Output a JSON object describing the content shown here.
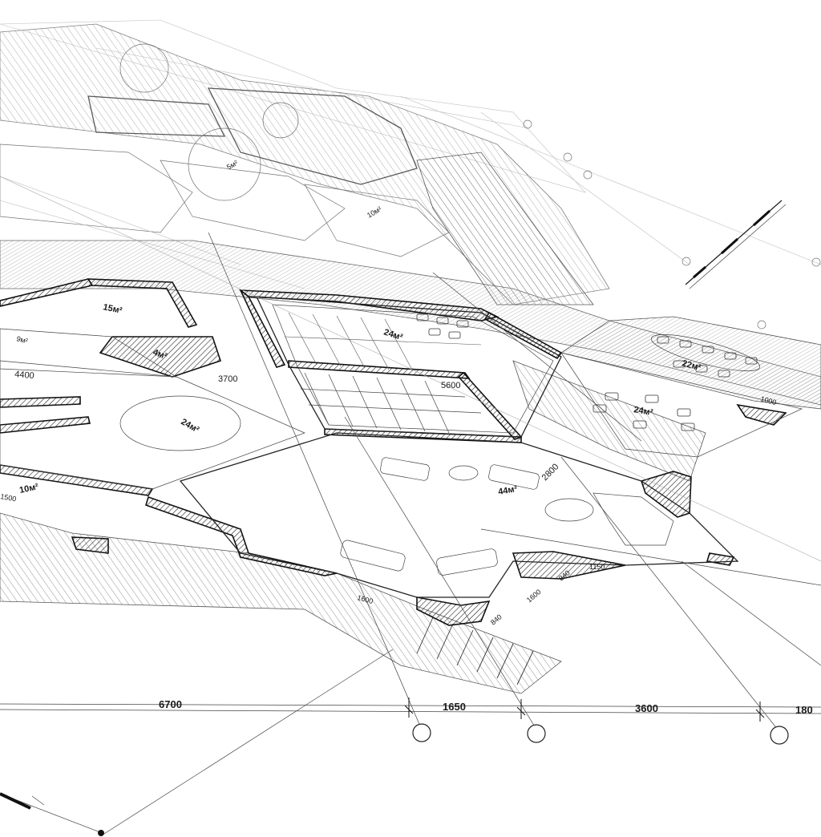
{
  "room_areas": [
    {
      "label": "15м²"
    },
    {
      "label": "24м²"
    },
    {
      "label": "22м²"
    },
    {
      "label": "24м²"
    },
    {
      "label": "44м²"
    },
    {
      "label": "24м²"
    },
    {
      "label": "10м²"
    },
    {
      "label": "4м²"
    },
    {
      "label": "9м²"
    },
    {
      "label": "5м²"
    },
    {
      "label": "10м²"
    }
  ],
  "interior_dimensions": [
    {
      "label": "3700"
    },
    {
      "label": "4400"
    },
    {
      "label": "5600"
    },
    {
      "label": "2800"
    },
    {
      "label": "1600"
    },
    {
      "label": "1500"
    },
    {
      "label": "1150"
    },
    {
      "label": "1600"
    },
    {
      "label": "840"
    },
    {
      "label": "840"
    },
    {
      "label": "1000"
    }
  ],
  "baseline_dimensions": [
    {
      "label": "6700"
    },
    {
      "label": "1650"
    },
    {
      "label": "3600"
    },
    {
      "label": "180"
    }
  ],
  "colors": {
    "ink": "#1a1a1a",
    "paper": "#ffffff",
    "hatch": "#555555"
  }
}
